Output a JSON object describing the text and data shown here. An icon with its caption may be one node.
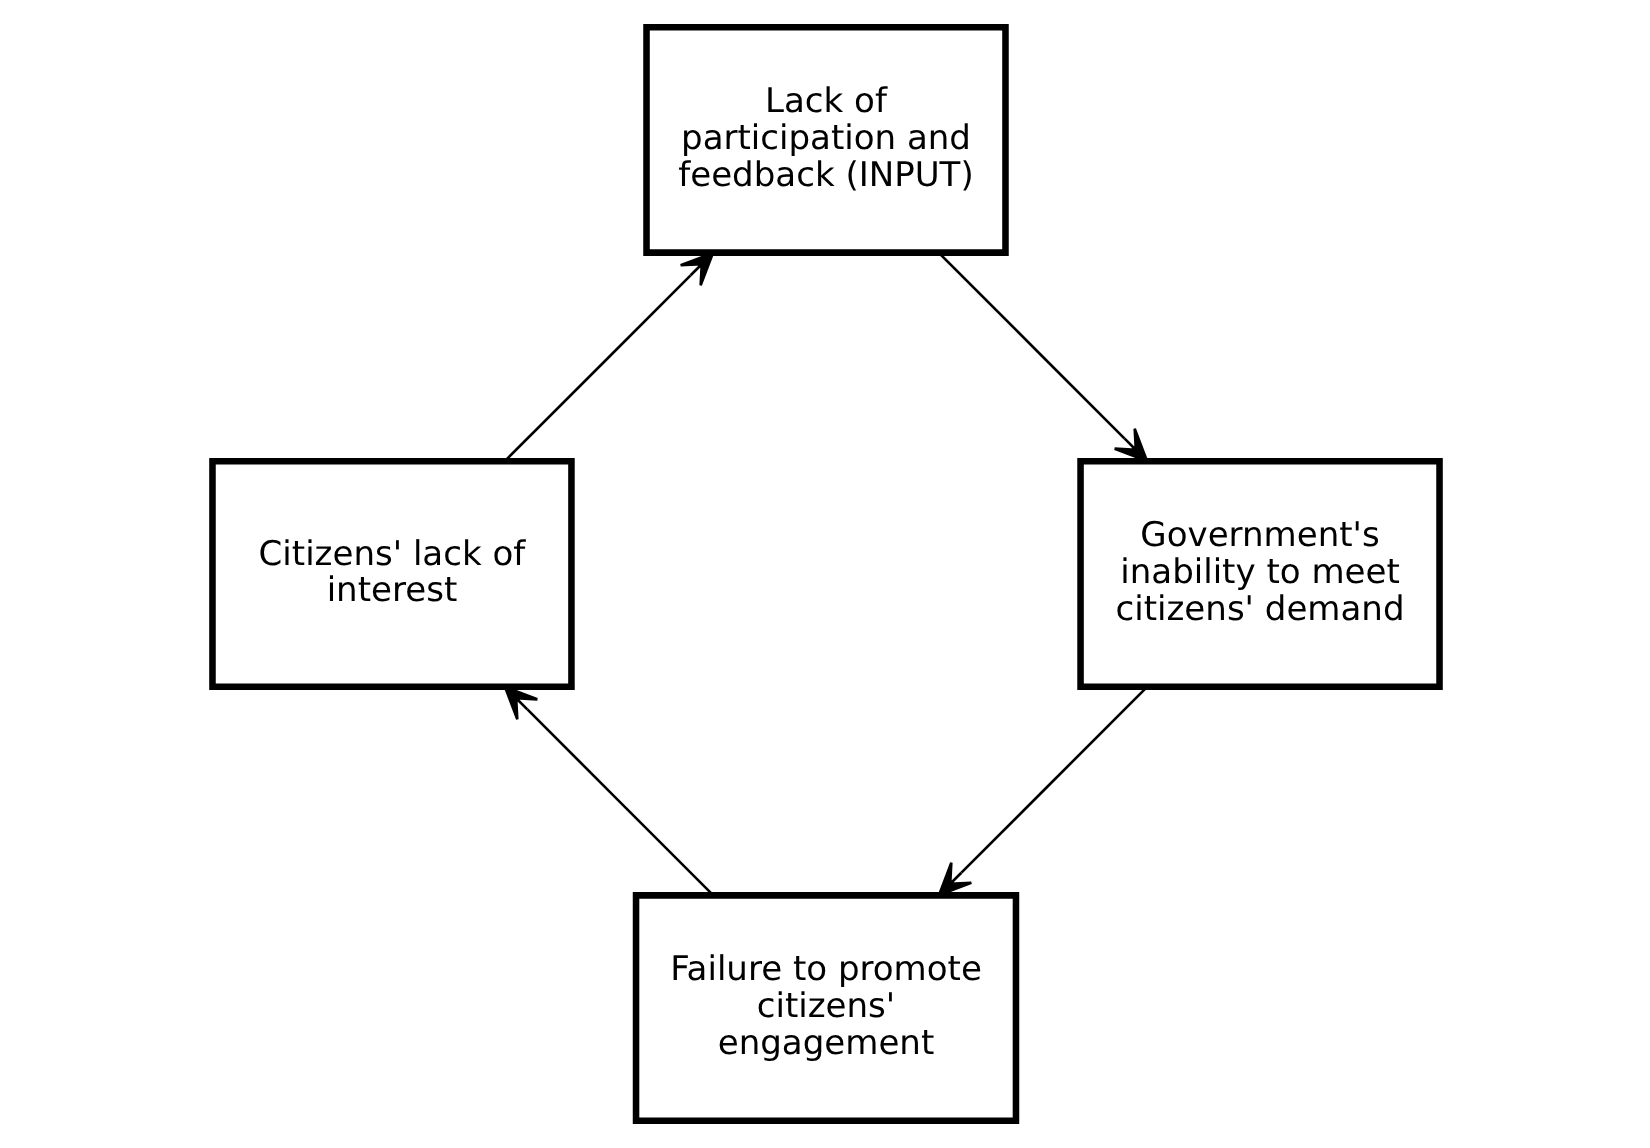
{
  "diagram": {
    "nodes": [
      {
        "text": [
          "Failure to promote citizens' engagement"
        ]
      },
      {
        "text": [
          "Government's inability to meet citizens' demand"
        ]
      },
      {
        "text": [
          "Citizens' lack of interest"
        ]
      },
      {
        "text": [
          "Lack of participation and feedback (INPUT)"
        ]
      }
    ],
    "edges": [
      {
        "from": 0,
        "to": 2,
        "arrow": "to"
      },
      {
        "from": 2,
        "to": 3,
        "arrow": "to"
      },
      {
        "from": 3,
        "to": 1,
        "arrow": "to"
      },
      {
        "from": 1,
        "to": 0,
        "arrow": "to"
      }
    ]
  }
}
